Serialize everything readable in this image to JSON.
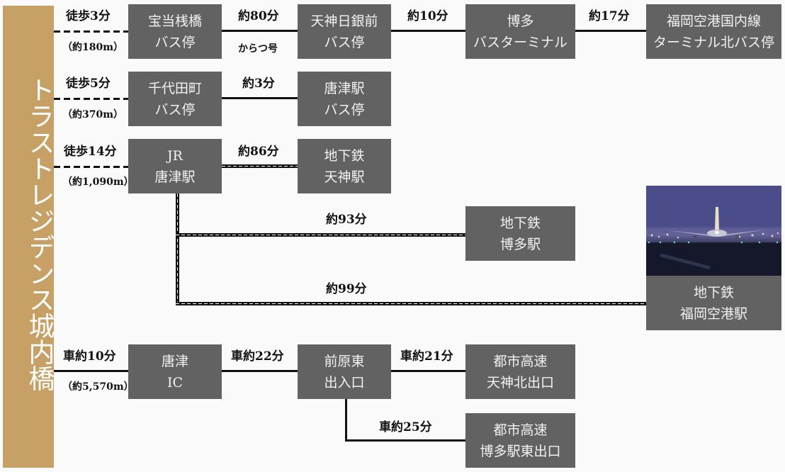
{
  "property_name": "トラストレジデンス城内橋",
  "colors": {
    "band": "#c6a064",
    "box": "#626262",
    "line": "#111111",
    "background": "#fafafa"
  },
  "routes": {
    "bus1": {
      "walk_time": "徒歩3分",
      "walk_distance": "（約180m）",
      "stops": [
        [
          "宝当桟橋",
          "バス停"
        ],
        [
          "天神日銀前",
          "バス停"
        ],
        [
          "博多",
          "バスターミナル"
        ],
        [
          "福岡空港国内線",
          "ターミナル北バス停"
        ]
      ],
      "segments": [
        {
          "time": "約80分",
          "note": "からつ号"
        },
        {
          "time": "約10分"
        },
        {
          "time": "約17分"
        }
      ]
    },
    "bus2": {
      "walk_time": "徒歩5分",
      "walk_distance": "（約370m）",
      "stops": [
        [
          "千代田町",
          "バス停"
        ],
        [
          "唐津駅",
          "バス停"
        ]
      ],
      "segments": [
        {
          "time": "約3分"
        }
      ]
    },
    "rail": {
      "walk_time": "徒歩14分",
      "walk_distance": "（約1,090m）",
      "origin": [
        "JR",
        "唐津駅"
      ],
      "destinations": [
        {
          "time": "約86分",
          "station": [
            "地下鉄",
            "天神駅"
          ]
        },
        {
          "time": "約93分",
          "station": [
            "地下鉄",
            "博多駅"
          ]
        },
        {
          "time": "約99分",
          "station": [
            "地下鉄",
            "福岡空港駅"
          ],
          "image": "airport-night-photo"
        }
      ]
    },
    "car": {
      "drive_time": "車約10分",
      "drive_distance": "（約5,570m）",
      "stops": [
        [
          "唐津",
          "IC"
        ],
        [
          "前原東",
          "出入口"
        ]
      ],
      "segments": [
        {
          "time": "車約22分"
        }
      ],
      "branches": [
        {
          "time": "車約21分",
          "exit": [
            "都市高速",
            "天神北出口"
          ]
        },
        {
          "time": "車約25分",
          "exit": [
            "都市高速",
            "博多駅東出口"
          ]
        }
      ]
    }
  }
}
